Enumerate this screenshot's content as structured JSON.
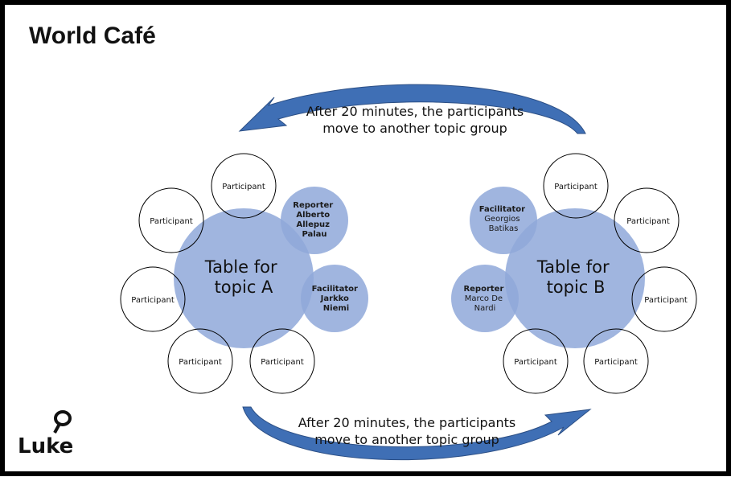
{
  "title": "World Café",
  "arrows": {
    "top_caption": [
      "After 20 minutes, the participants",
      "move to another topic group"
    ],
    "bottom_caption": [
      "After 20 minutes, the participants",
      "move to another topic group"
    ],
    "color": "#3f6fb5"
  },
  "group_a": {
    "table_label": [
      "Table for",
      "topic A"
    ],
    "participants": [
      "Participant",
      "Participant",
      "Participant",
      "Participant",
      "Participant"
    ],
    "reporter": [
      "Reporter",
      "Alberto",
      "Allepuz",
      "Palau"
    ],
    "facilitator": [
      "Facilitator",
      "Jarkko",
      "Niemi"
    ]
  },
  "group_b": {
    "table_label": [
      "Table for",
      "topic B"
    ],
    "participants": [
      "Participant",
      "Participant",
      "Participant",
      "Participant",
      "Participant"
    ],
    "facilitator": [
      "Facilitator",
      "Georgios",
      "Batikas"
    ],
    "reporter": [
      "Reporter",
      "Marco De",
      "Nardi"
    ]
  },
  "colors": {
    "table_fill": "#8fa8d9",
    "role_fill": "#8fa8d9",
    "participant_stroke": "#000000"
  },
  "logo": {
    "text": "Luke"
  }
}
